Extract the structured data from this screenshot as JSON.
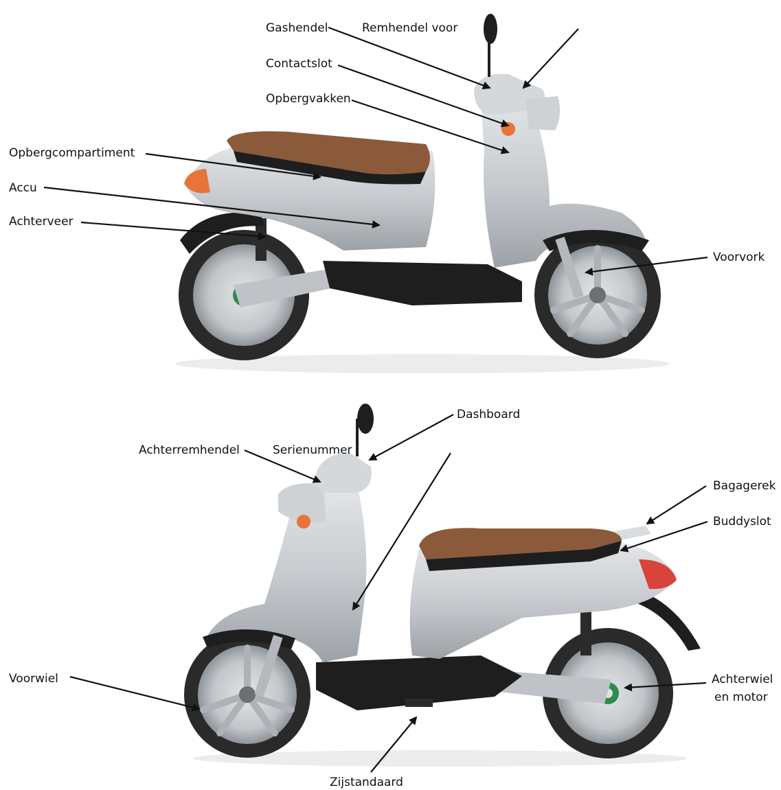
{
  "colors": {
    "label": "#111111",
    "arrow": "#111111",
    "body": "#c9ccd0",
    "body_dark": "#9ea3a8",
    "seat": "#8a5a3b",
    "black": "#1e1e1e",
    "tire": "#2a2a2a",
    "rim": "#b8bcc0",
    "hub_green": "#2e8b4a",
    "light": "#e8743a"
  },
  "top_view": {
    "labels": {
      "gashendel": "Gashendel",
      "remhendel_voor": "Remhendel voor",
      "contactslot": "Contactslot",
      "opbergvakken": "Opbergvakken",
      "opbergcompartiment": "Opbergcompartiment",
      "accu": "Accu",
      "achterveer": "Achterveer",
      "voorvork": "Voorvork"
    }
  },
  "bottom_view": {
    "labels": {
      "dashboard": "Dashboard",
      "achterremhendel": "Achterremhendel",
      "serienummer": "Serienummer",
      "bagagerek": "Bagagerek",
      "buddyslot": "Buddyslot",
      "voorwiel": "Voorwiel",
      "achterwiel_line1": "Achterwiel",
      "achterwiel_line2": "en motor",
      "zijstandaard": "Zijstandaard"
    }
  }
}
